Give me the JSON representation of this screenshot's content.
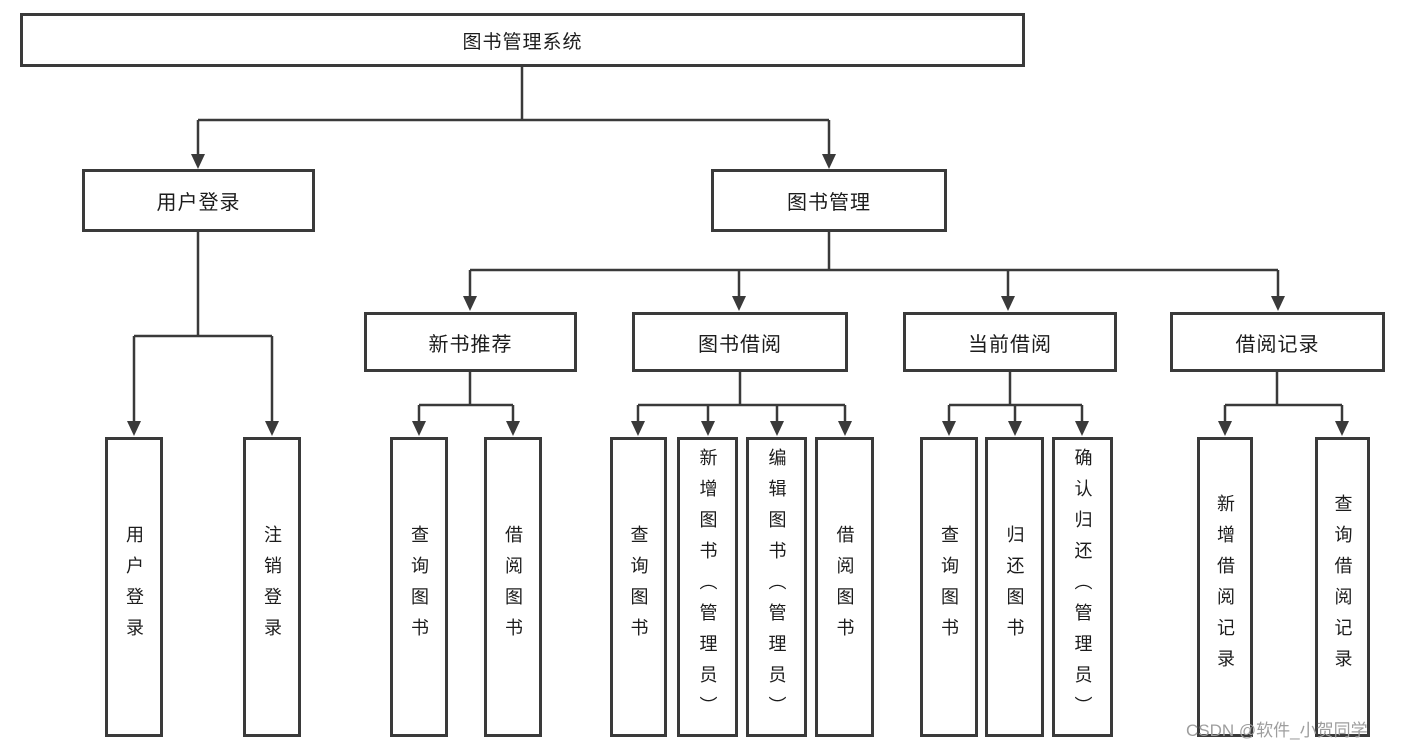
{
  "tree": {
    "label": "图书管理系统",
    "children": [
      {
        "label": "用户登录",
        "children": [
          {
            "label": "用户登录"
          },
          {
            "label": "注销登录"
          }
        ]
      },
      {
        "label": "图书管理",
        "children": [
          {
            "label": "新书推荐",
            "children": [
              {
                "label": "查询图书"
              },
              {
                "label": "借阅图书"
              }
            ]
          },
          {
            "label": "图书借阅",
            "children": [
              {
                "label": "查询图书"
              },
              {
                "label": "新增图书（管理员）"
              },
              {
                "label": "编辑图书（管理员）"
              },
              {
                "label": "借阅图书"
              }
            ]
          },
          {
            "label": "当前借阅",
            "children": [
              {
                "label": "查询图书"
              },
              {
                "label": "归还图书"
              },
              {
                "label": "确认归还（管理员）"
              }
            ]
          },
          {
            "label": "借阅记录",
            "children": [
              {
                "label": "新增借阅记录"
              },
              {
                "label": "查询借阅记录"
              }
            ]
          }
        ]
      }
    ]
  },
  "watermark": {
    "text": "CSDN @软件_小贺同学"
  },
  "colors": {
    "line": "#3a3a3a",
    "box_border": "#3a3a3a",
    "text": "#1c1c1c",
    "watermark": "#9e9e9e",
    "background": "#ffffff"
  }
}
